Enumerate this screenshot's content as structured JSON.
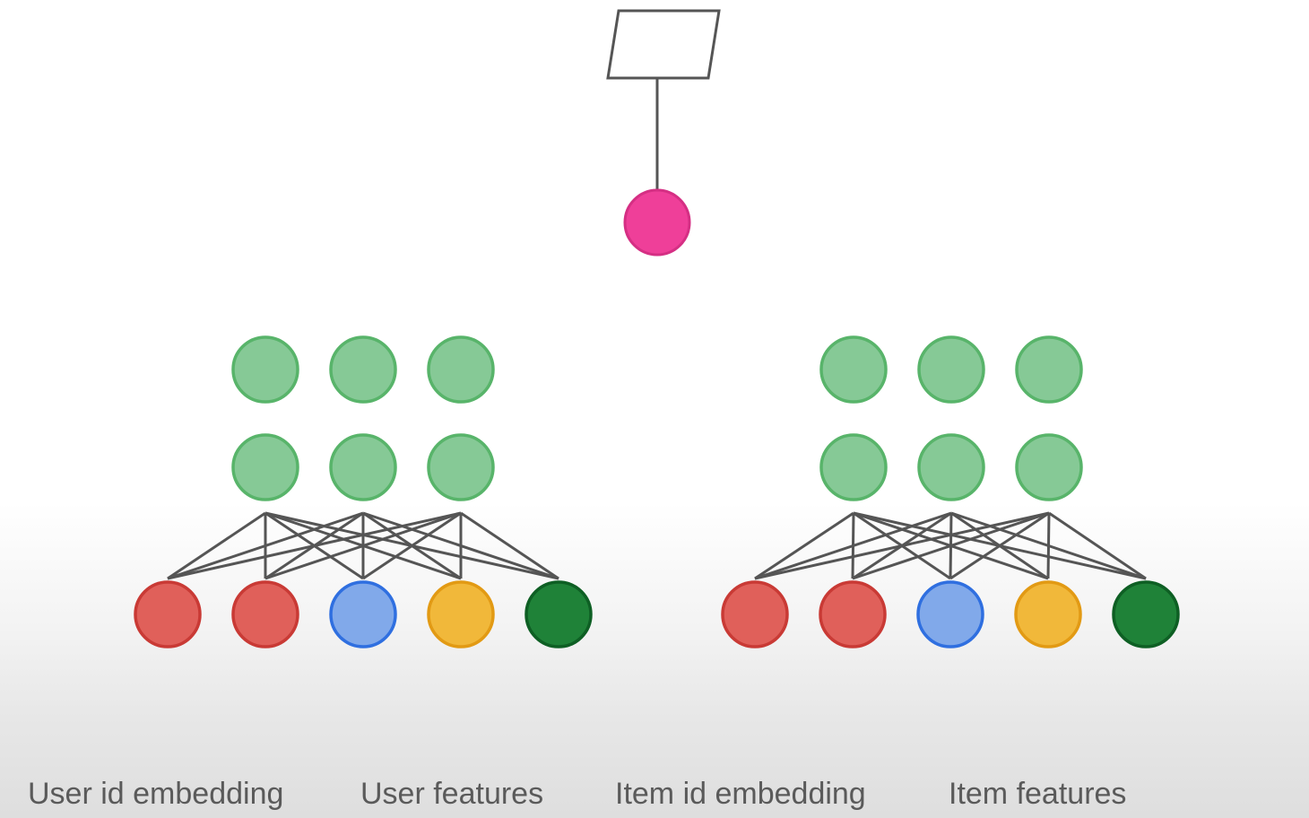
{
  "labels": {
    "user_id_embedding": "User id embedding",
    "user_features": "User features",
    "item_id_embedding": "Item id embedding",
    "item_features": "Item features"
  },
  "colors": {
    "hidden_fill": "#86c996",
    "hidden_stroke": "#58b46a",
    "output_fill": "#ef3f99",
    "output_stroke": "#d52f84",
    "red_fill": "#e0605a",
    "red_stroke": "#c93a35",
    "blue_fill": "#81a9ea",
    "blue_stroke": "#2f6fe0",
    "yellow_fill": "#f1b83a",
    "yellow_stroke": "#e29a14",
    "dark_green_fill": "#1f8238",
    "dark_green_stroke": "#0e5f24",
    "line": "#555555"
  },
  "input_color_order": [
    "red",
    "red",
    "blue",
    "yellow",
    "dark_green"
  ]
}
